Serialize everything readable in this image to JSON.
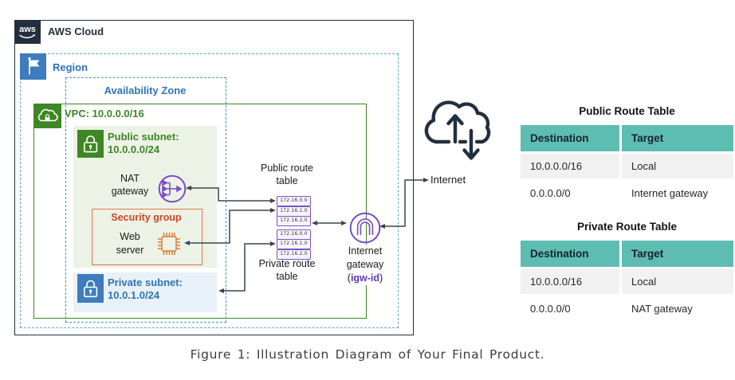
{
  "colors": {
    "navy": "#232F3E",
    "purple": "#7C4AC8",
    "purple_text": "#5B3DB8",
    "green": "#3F8624",
    "green_subnet_bg": "#ECF2E6",
    "blue_text": "#2E73B8",
    "blue_icon": "#3E7CBD",
    "blue_subnet_bg": "#E8F1F8",
    "security_group_border": "#DF7A45",
    "security_group_text": "#CF4522",
    "table_header_teal": "#5EBDB2",
    "table_row_gray": "#F1F1F2",
    "arrow": "#37474F"
  },
  "diagram": {
    "aws_cloud_label": "AWS Cloud",
    "region_label": "Region",
    "availability_zone_label": "Availability Zone",
    "vpc_label": "VPC: 10.0.0.0/16",
    "public_subnet": {
      "line1": "Public subnet:",
      "line2": "10.0.0.0/24"
    },
    "nat_gateway": {
      "line1": "NAT",
      "line2": "gateway"
    },
    "security_group_label": "Security group",
    "web_server": {
      "line1": "Web",
      "line2": "server"
    },
    "private_subnet": {
      "line1": "Private subnet:",
      "line2": "10.0.1.0/24"
    },
    "public_route_table": {
      "line1": "Public route",
      "line2": "table"
    },
    "private_route_table": {
      "line1": "Private route",
      "line2": "table"
    },
    "public_route_entries": [
      "172.16.0.0",
      "172.16.1.0",
      "172.16.2.0"
    ],
    "private_route_entries": [
      "172.16.0.0",
      "172.16.1.0",
      "172.16.2.0"
    ],
    "internet_gateway": {
      "line1": "Internet",
      "line2": "gateway",
      "paren_open": "(",
      "id": "igw-id",
      "paren_close": ")"
    },
    "internet_label": "Internet"
  },
  "tables": {
    "public": {
      "title": "Public Route Table",
      "headers": [
        "Destination",
        "Target"
      ],
      "rows": [
        [
          "10.0.0.0/16",
          "Local"
        ],
        [
          "0.0.0.0/0",
          "Internet gateway"
        ]
      ]
    },
    "private": {
      "title": "Private Route Table",
      "headers": [
        "Destination",
        "Target"
      ],
      "rows": [
        [
          "10.0.0.0/16",
          "Local"
        ],
        [
          "0.0.0.0/0",
          "NAT gateway"
        ]
      ]
    }
  },
  "caption": "Figure 1: Illustration Diagram of Your Final Product."
}
